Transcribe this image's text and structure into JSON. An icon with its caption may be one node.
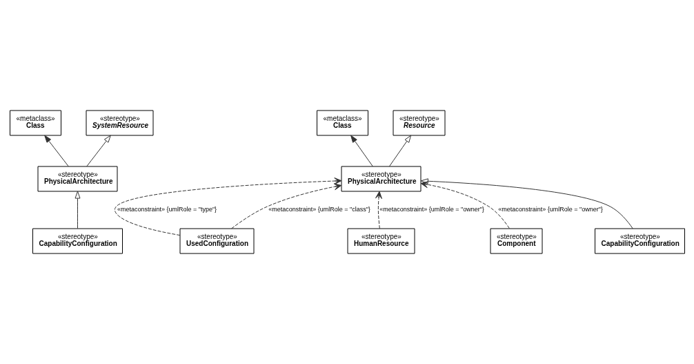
{
  "diagram": {
    "nodes": [
      {
        "text": [
          "«metaclass»",
          "Class"
        ]
      },
      {
        "text": [
          "«stereotype»",
          "SystemResource"
        ]
      },
      {
        "text": [
          "«stereotype»",
          "PhysicalArchitecture"
        ]
      },
      {
        "text": [
          "«stereotype»",
          "CapabilityConfiguration"
        ]
      },
      {
        "text": [
          "«metaclass»",
          "Class"
        ]
      },
      {
        "text": [
          "«stereotype»",
          "Resource"
        ]
      },
      {
        "text": [
          "«stereotype»",
          "PhysicalArchitecture"
        ]
      },
      {
        "text": [
          "«stereotype»",
          "UsedConfiguration"
        ]
      },
      {
        "text": [
          "«stereotype»",
          "HumanResource"
        ]
      },
      {
        "text": [
          "«stereotype»",
          "Component"
        ]
      },
      {
        "text": [
          "«stereotype»",
          "CapabilityConfiguration"
        ]
      }
    ],
    "edges": [
      {
        "from": 2,
        "to": 0,
        "arrow": "to"
      },
      {
        "from": 2,
        "to": 1,
        "arrow": "to"
      },
      {
        "from": 3,
        "to": 2,
        "arrow": "to"
      },
      {
        "from": 6,
        "to": 4,
        "arrow": "to"
      },
      {
        "from": 6,
        "to": 5,
        "arrow": "to"
      },
      {
        "from": 10,
        "to": 6,
        "arrow": "to"
      },
      {
        "from": 7,
        "to": 6,
        "arrow": "to",
        "label": "«metaconstraint» {umlRole = \"type\"}",
        "style": "dashed"
      },
      {
        "from": 7,
        "to": 6,
        "arrow": "to",
        "label": "«metaconstraint» {umlRole = \"class\"}",
        "style": "dashed"
      },
      {
        "from": 8,
        "to": 6,
        "arrow": "to",
        "label": "«metaconstraint» {umlRole = \"owner\"}",
        "style": "dashed"
      },
      {
        "from": 9,
        "to": 6,
        "arrow": "to",
        "label": "«metaconstraint» {umlRole = \"owner\"}",
        "style": "dashed"
      }
    ]
  }
}
